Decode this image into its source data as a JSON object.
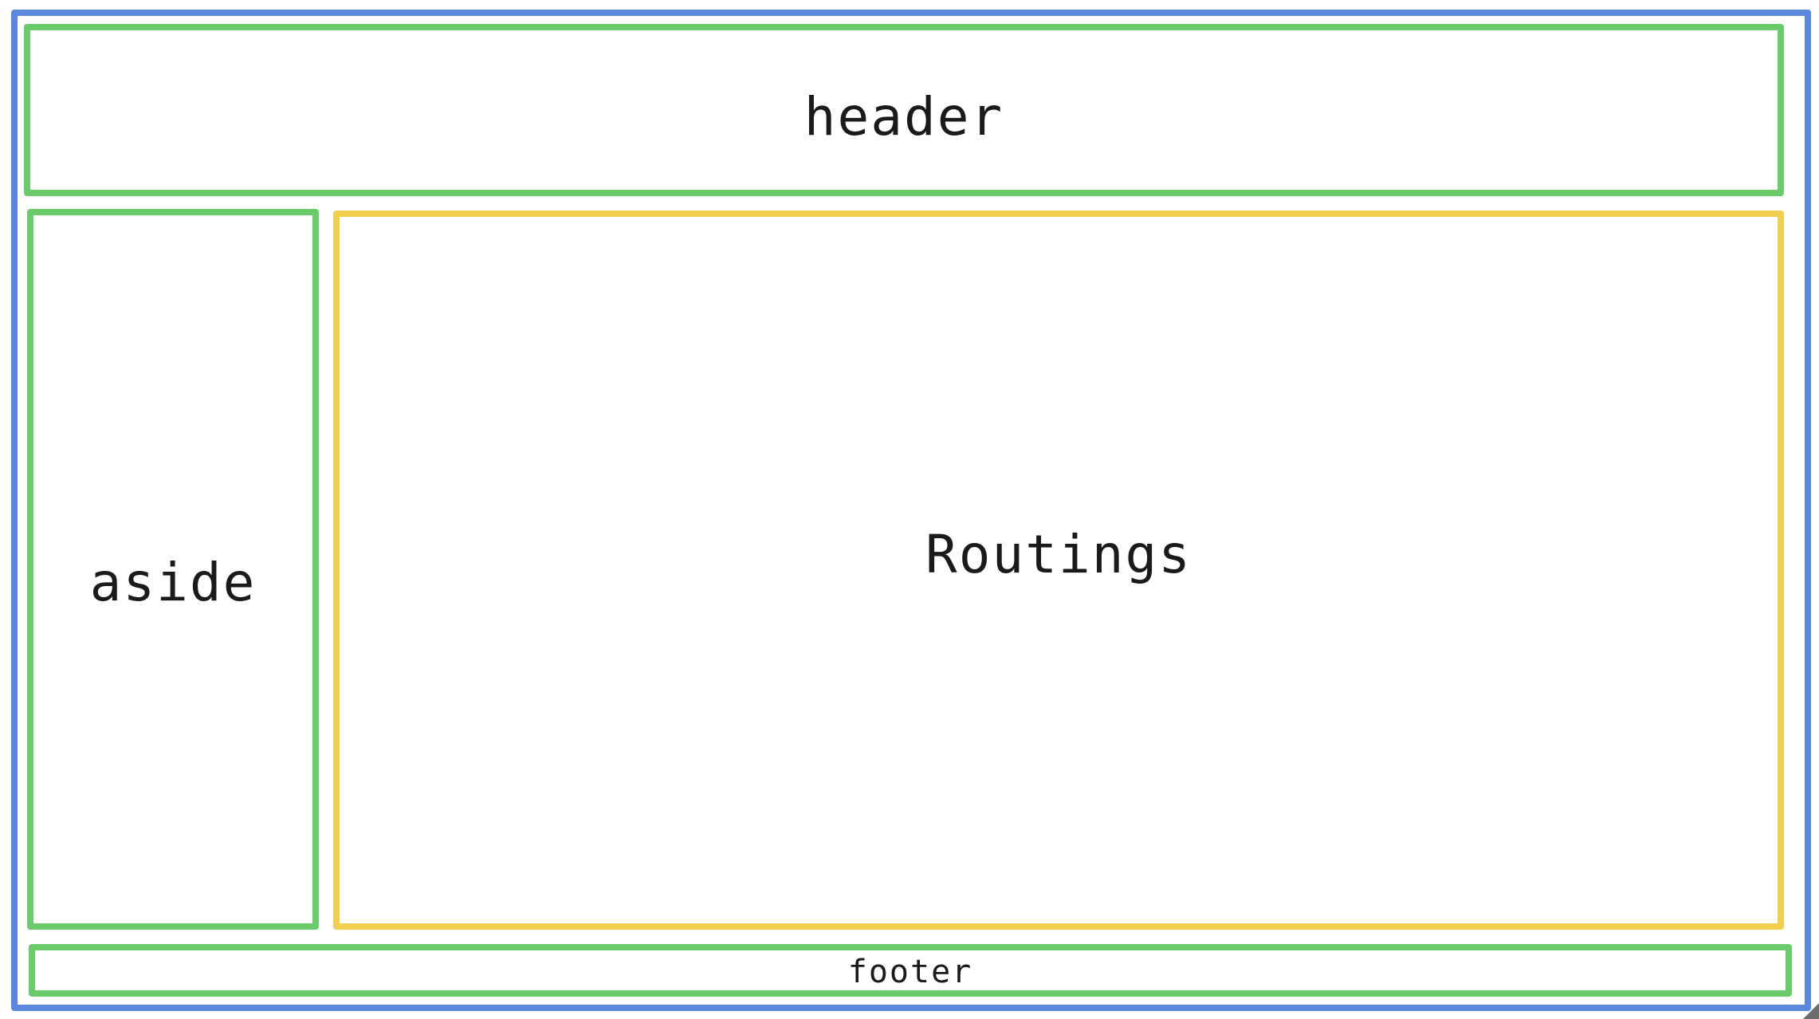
{
  "layout": {
    "header": {
      "label": "header"
    },
    "aside": {
      "label": "aside"
    },
    "main": {
      "label": "Routings"
    },
    "footer": {
      "label": "footer"
    }
  },
  "colors": {
    "outer_border": "#5b87de",
    "section_border": "#6acb6a",
    "routing_border": "#f0cf4f",
    "text": "#1a1a1a",
    "background": "#ffffff"
  },
  "icons": {
    "resize_handle": "resize-handle-icon"
  }
}
